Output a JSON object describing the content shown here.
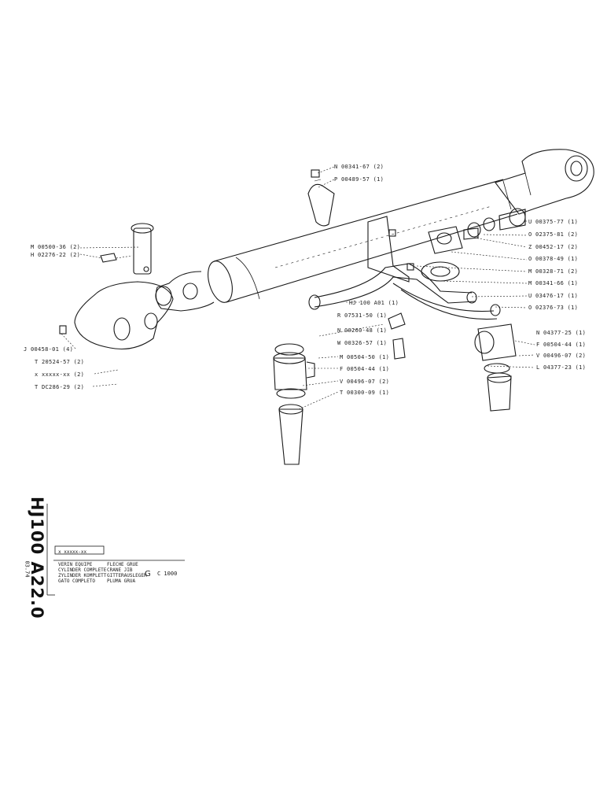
{
  "drawing": {
    "number": "HJ100 A22.0",
    "date": "03.74",
    "ref_box": "x xxxxx-xx",
    "assembly_desc": [
      "VERIN EQUIPE",
      "CYLINDER COMPLETE",
      "ZYLINDER KOMPLETT",
      "GATO COMPLETO"
    ],
    "group_desc": [
      "FLECHE GRUE",
      "CRANE JIB",
      "GITTERAUSLEGER",
      "PLUMA GRUA"
    ],
    "group_code": "G",
    "model": "C 1000"
  },
  "callouts": {
    "n_00341_67": "N 00341-67 (2)",
    "p_00489_57": "P 00489-57 (1)",
    "m_00500_36": "M 00500-36 (2)",
    "h_02276_22": "H 02276-22 (2)",
    "u_00375_77": "U 00375-77 (1)",
    "o_02375_81": "O 02375-81 (2)",
    "z_00452_17": "Z 00452-17 (2)",
    "o_00378_49": "O 00378-49 (1)",
    "m_00328_71": "M 00328-71 (2)",
    "m_00341_66": "M 00341-66 (1)",
    "u_03476_17": "U 03476-17 (1)",
    "o_02376_73": "O 02376-73 (1)",
    "hj100_a01": "HJ 100  A01  (1)",
    "r_07531_50": "R 07531-50 (1)",
    "n_00260_48": "N 00260-48 (1)",
    "w_00326_57": "W 00326-57 (1)",
    "n_04377_25": "N 04377-25 (1)",
    "f_00504_44_r": "F 00504-44 (1)",
    "v_00496_07_r": "V 00496-07 (2)",
    "l_04377_23": "L 04377-23 (1)",
    "m_00504_50": "M 00504-50 (1)",
    "f_00504_44_l": "F 00504-44 (1)",
    "v_00496_07_l": "V 00496-07 (2)",
    "t_00300_09": "T 00300-09 (1)",
    "j_00458_01": "J 00458-01 (4)",
    "t_20524_57": "T 20524-57 (2)",
    "x_xxxxx": "x xxxxx-xx (2)",
    "t_dc286_29": "T DC286-29 (2)"
  }
}
